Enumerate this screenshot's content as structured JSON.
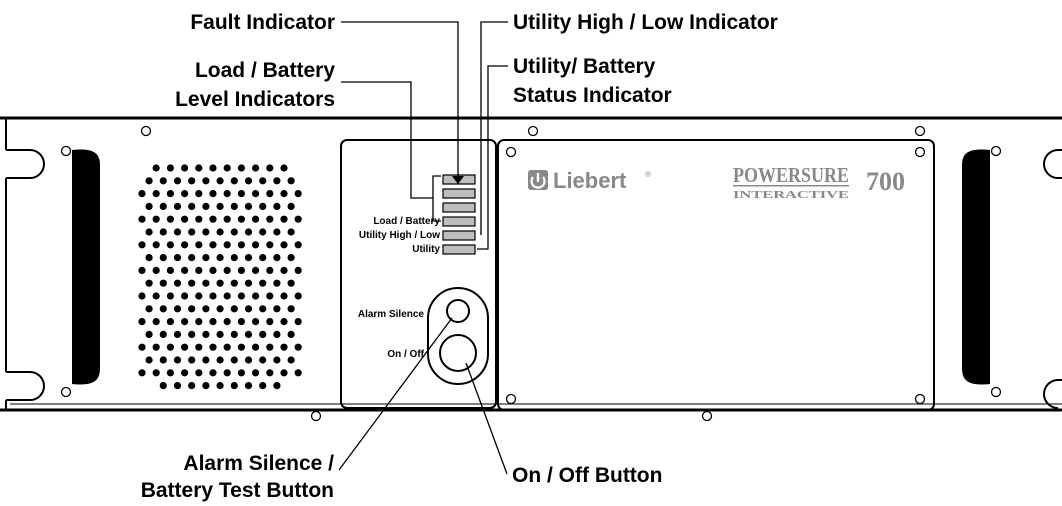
{
  "callouts": {
    "fault_indicator": "Fault Indicator",
    "utility_high_low_indicator": "Utility High / Low Indicator",
    "load_battery_line1": "Load / Battery",
    "load_battery_line2": "Level Indicators",
    "utility_battery_status_line1": "Utility/ Battery",
    "utility_battery_status_line2": "Status Indicator",
    "alarm_silence_line1": "Alarm Silence /",
    "alarm_silence_line2": "Battery Test Button",
    "on_off_button": "On / Off Button"
  },
  "panel_labels": {
    "load_battery": "Load / Battery",
    "utility_high_low": "Utility High / Low",
    "utility": "Utility",
    "alarm_silence": "Alarm Silence",
    "on_off": "On / Off"
  },
  "branding": {
    "company": "Liebert",
    "registered_mark": "®",
    "product_line1": "POWERSURE",
    "product_line2": "INTERACTIVE",
    "model": "700"
  }
}
